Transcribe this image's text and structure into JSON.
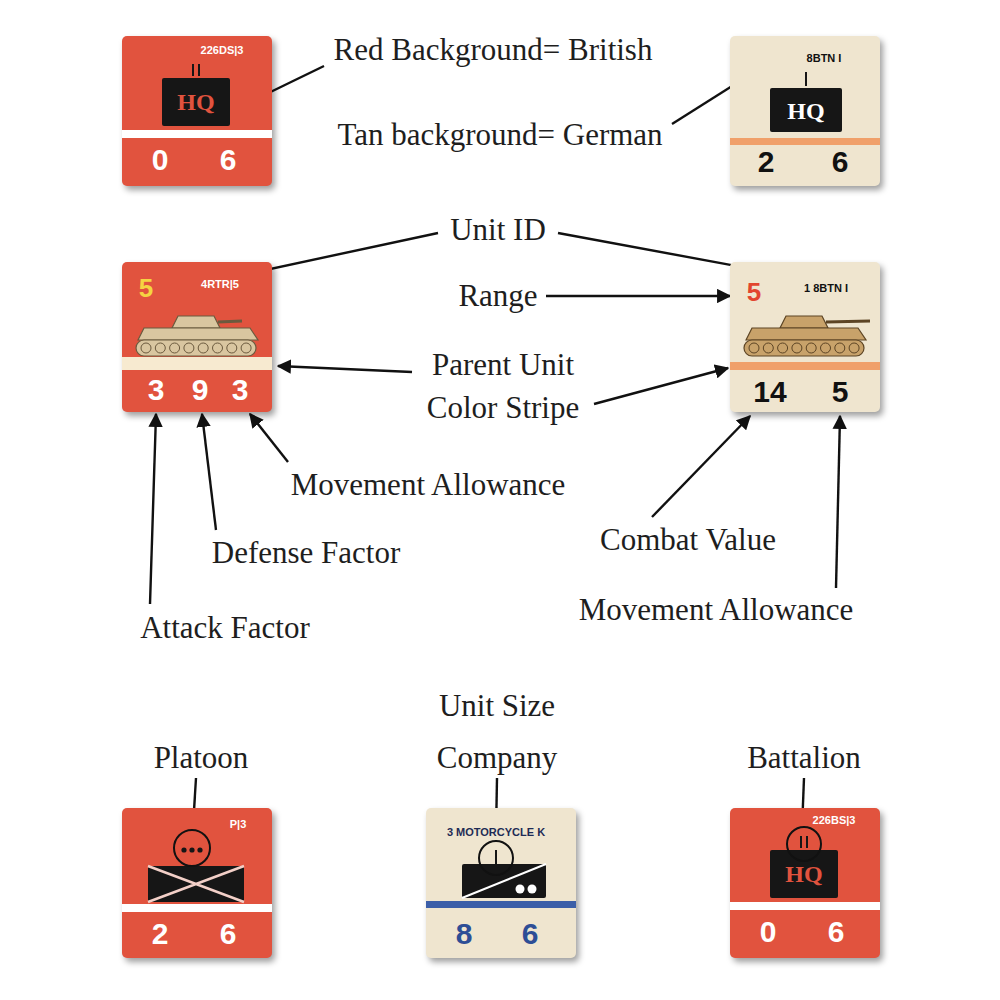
{
  "diagram": {
    "nodes": [
      {
        "text": [
          "226DS|3",
          "HQ",
          "0",
          "6"
        ]
      },
      {
        "text": [
          "8BTN I",
          "HQ",
          "2",
          "6"
        ]
      },
      {
        "text": [
          "5",
          "4RTR|5",
          "3",
          "9",
          "3"
        ]
      },
      {
        "text": [
          "5",
          "1 8BTN I",
          "14",
          "5"
        ]
      },
      {
        "text": [
          "P|3",
          "2",
          "6"
        ]
      },
      {
        "text": [
          "3 MOTORCYCLE K",
          "8",
          "6"
        ]
      },
      {
        "text": [
          "226BS|3",
          "HQ",
          "0",
          "6"
        ]
      }
    ],
    "labels": [
      "Red Background= British",
      "Tan background= German",
      "Unit ID",
      "Range",
      "Parent Unit Color Stripe",
      "Movement Allowance",
      "Defense Factor",
      "Combat Value",
      "Attack Factor",
      "Movement Allowance",
      "Unit Size",
      "Platoon",
      "Company",
      "Battalion"
    ]
  }
}
